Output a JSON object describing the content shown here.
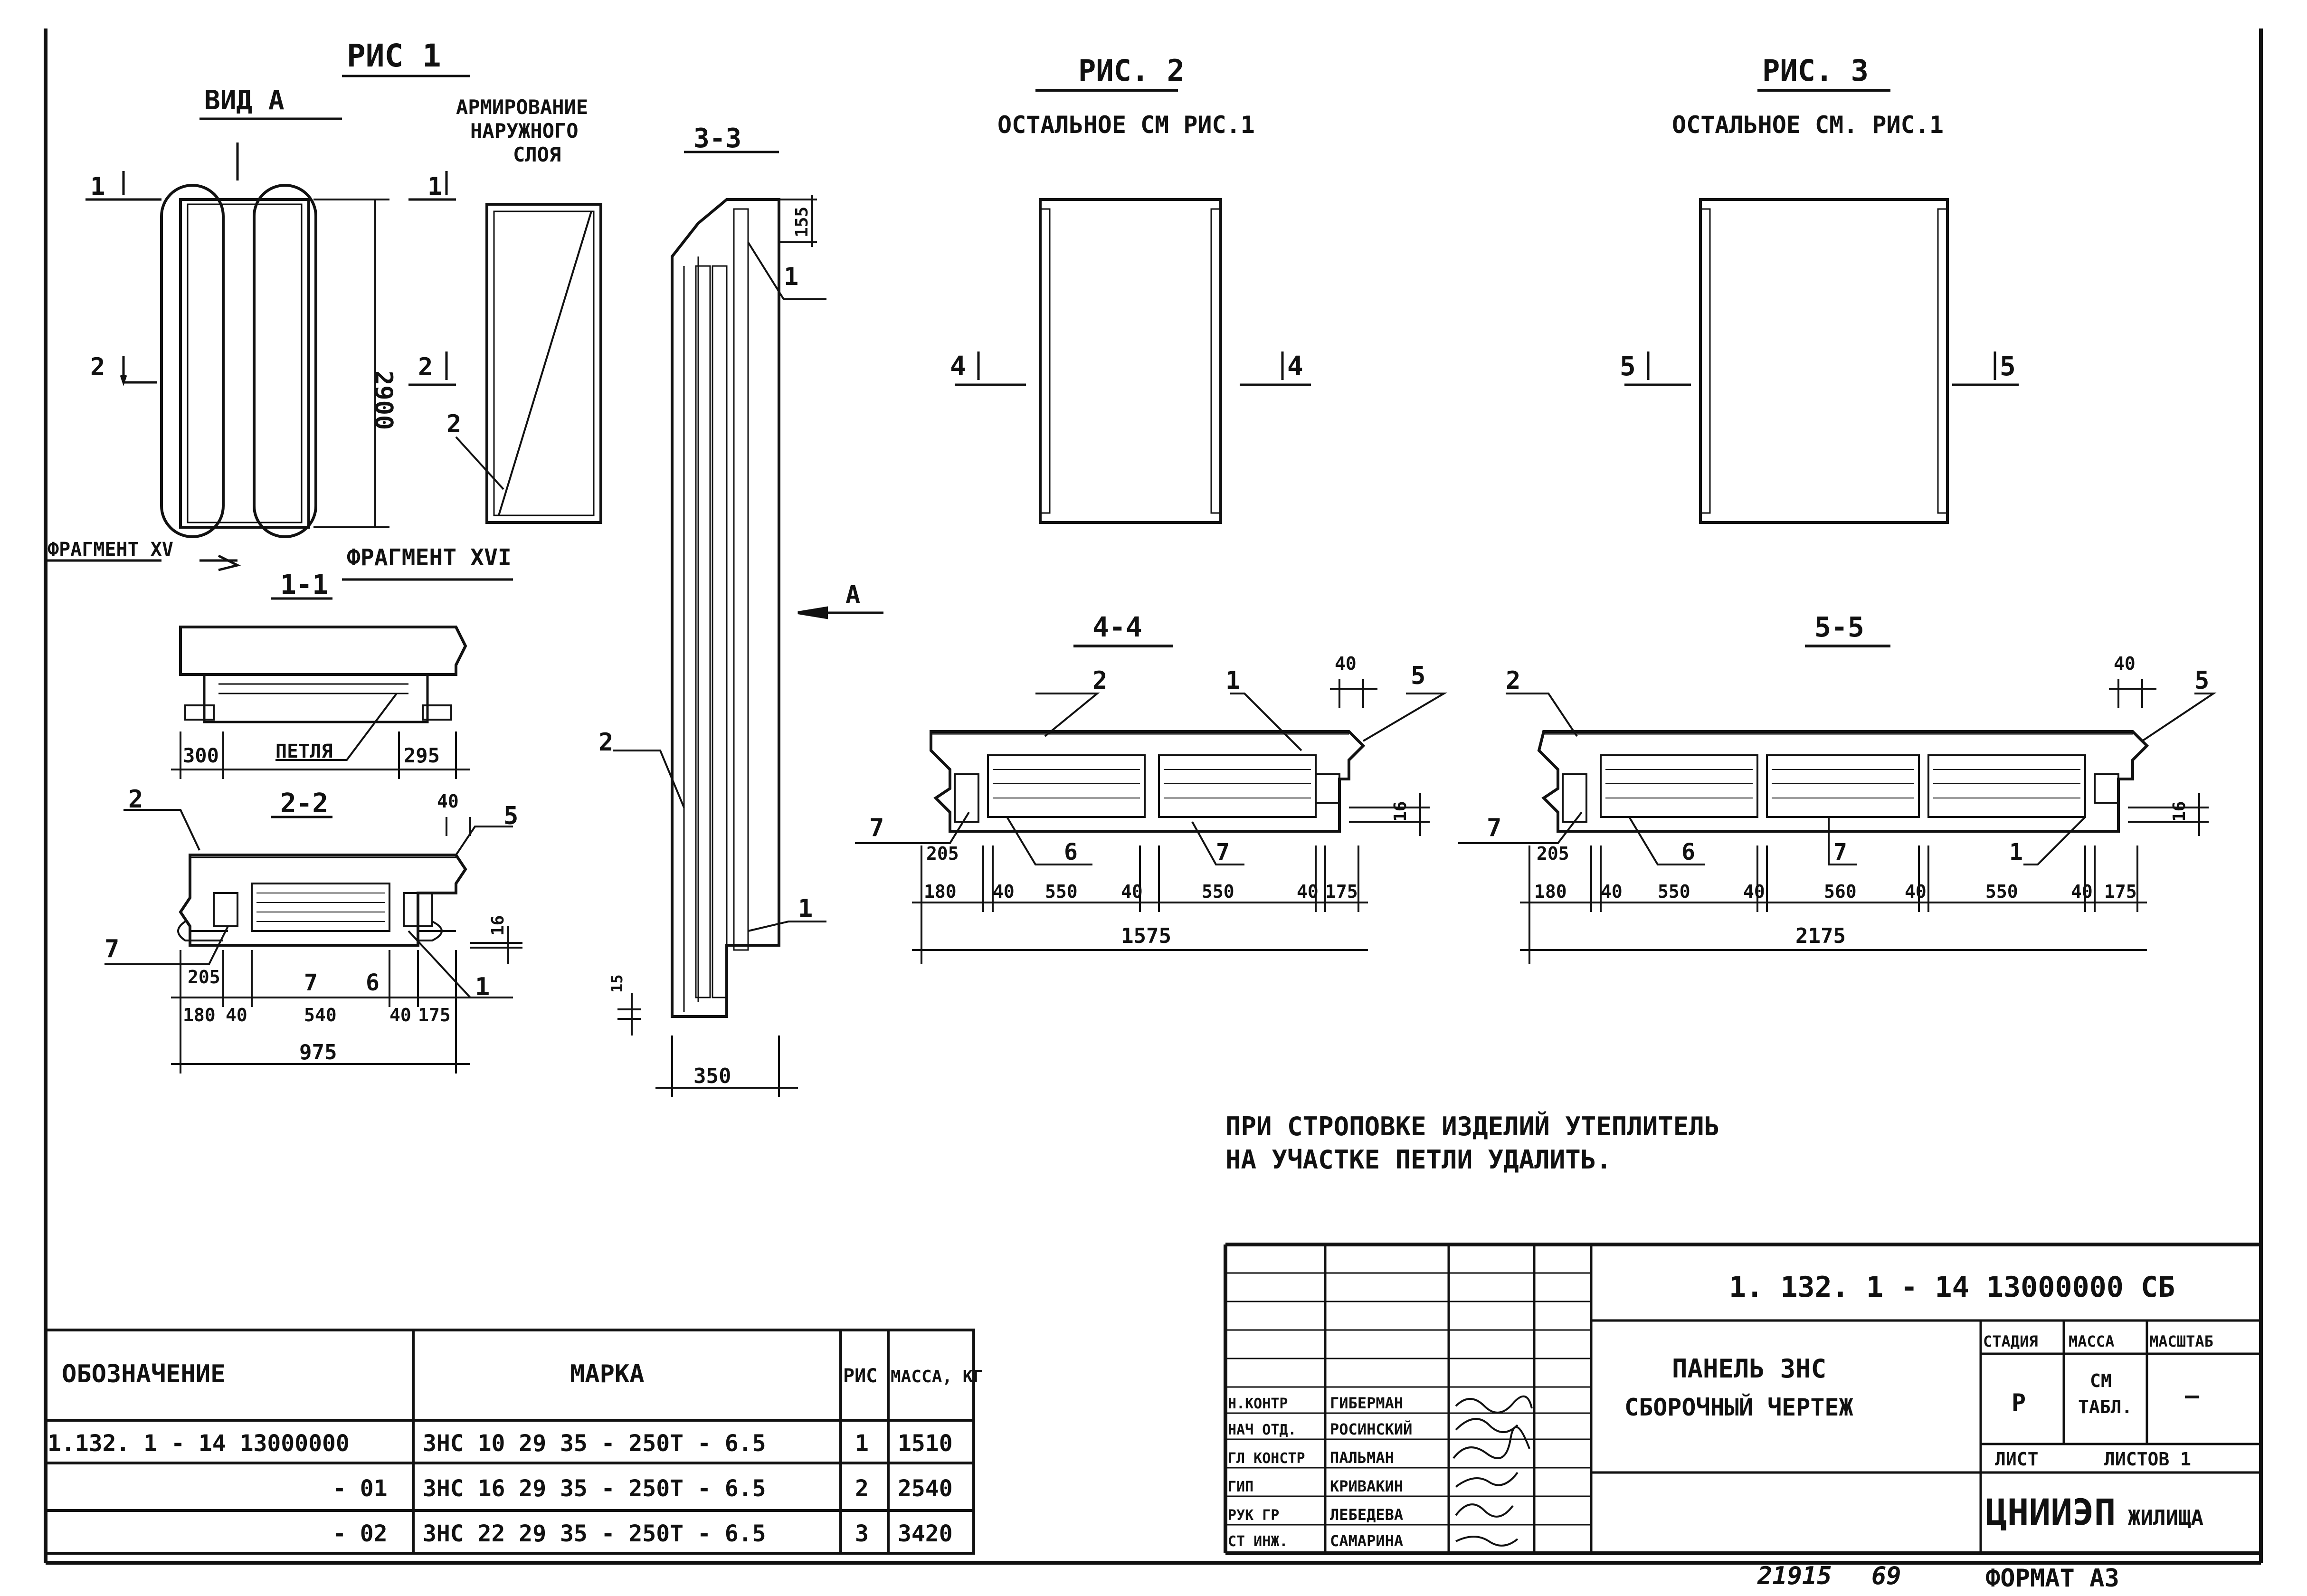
{
  "figures": {
    "fig1": {
      "title": "РИС 1",
      "view_a": "ВИД А",
      "reinforcement": [
        "АРМИРОВАНИЕ",
        "НАРУЖНОГО",
        "СЛОЯ"
      ],
      "section_3_3": "3-3",
      "height_dim": "2900",
      "fragment_15": "ФРАГМЕНТ XV",
      "fragment_16": "ФРАГМЕНТ XVI",
      "section_1_1": "1-1",
      "section_2_2": "2-2",
      "loop": "ПЕТЛЯ",
      "dims_1_1": [
        "300",
        "295"
      ],
      "dims_2_2": [
        "205",
        "180",
        "40",
        "540",
        "40",
        "175"
      ],
      "total_2_2": "975",
      "dim_16": "16",
      "dim_40": "40",
      "dim_155": "155",
      "dim_15": "15",
      "dim_350": "350",
      "arrow_a": "А"
    },
    "fig2": {
      "title": "РИС. 2",
      "note": "ОСТАЛЬНОЕ СМ РИС.1",
      "section": "4-4",
      "cut_marks": [
        "4",
        "4"
      ],
      "dims": [
        "205",
        "180",
        "40",
        "550",
        "40",
        "550",
        "40",
        "175"
      ],
      "total": "1575",
      "dim_40": "40",
      "dim_16": "16"
    },
    "fig3": {
      "title": "РИС. 3",
      "note": "ОСТАЛЬНОЕ СМ. РИС.1",
      "section": "5-5",
      "cut_marks": [
        "5",
        "5"
      ],
      "dims": [
        "205",
        "180",
        "40",
        "550",
        "40",
        "560",
        "40",
        "550",
        "40",
        "175"
      ],
      "total": "2175",
      "dim_40": "40",
      "dim_16": "16"
    }
  },
  "note": [
    "ПРИ СТРОПОВКЕ ИЗДЕЛИЙ УТЕПЛИТЕЛЬ",
    "НА УЧАСТКЕ ПЕТЛИ УДАЛИТЬ."
  ],
  "spec_table": {
    "headers": [
      "ОБОЗНАЧЕНИЕ",
      "МАРКА",
      "РИС",
      "МАССА, КГ"
    ],
    "rows": [
      [
        "1.132. 1 - 14 13000000",
        "3НС 10 29 35 - 250Т - 6.5",
        "1",
        "1510"
      ],
      [
        "- 01",
        "3НС 16 29 35 - 250Т - 6.5",
        "2",
        "2540"
      ],
      [
        "- 02",
        "3НС 22 29 35 - 250Т - 6.5",
        "3",
        "3420"
      ]
    ]
  },
  "title_block": {
    "code": "1. 132. 1 - 14   13000000 СБ",
    "name": [
      "ПАНЕЛЬ 3НС",
      "СБОРОЧНЫЙ ЧЕРТЕЖ"
    ],
    "stage_headers": [
      "СТАДИЯ",
      "МАССА",
      "МАСШТАБ"
    ],
    "stage": "Р",
    "mass": [
      "СМ",
      "ТАБЛ."
    ],
    "scale": "—",
    "sheet": "ЛИСТ",
    "sheets": "ЛИСТОВ 1",
    "org": "ЦНИИЭП",
    "org_sub": "ЖИЛИЩА",
    "signers": [
      [
        "Н.КОНТР",
        "ГИБЕРМАН"
      ],
      [
        "НАЧ ОТД.",
        "РОСИНСКИЙ"
      ],
      [
        "ГЛ КОНСТР",
        "ПАЛЬМАН"
      ],
      [
        "ГИП",
        "КРИВАКИН"
      ],
      [
        "РУК ГР",
        "ЛЕБЕДЕВА"
      ],
      [
        "СТ ИНЖ.",
        "САМАРИНА"
      ]
    ]
  },
  "footer": {
    "number": "21915",
    "page": "69",
    "format": "ФОРМАТ А3"
  },
  "part_marks": {
    "one": "1",
    "two": "2",
    "five": "5",
    "six": "6",
    "seven": "7"
  }
}
